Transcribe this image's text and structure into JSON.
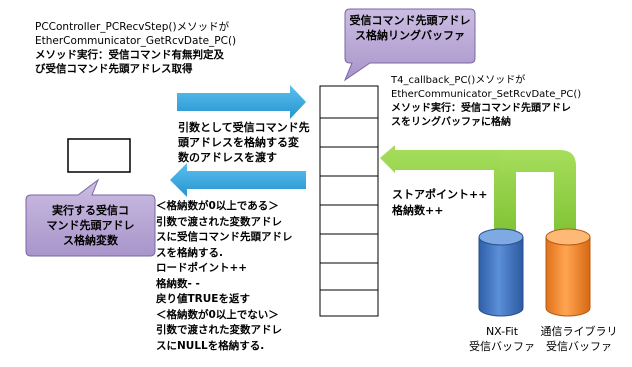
{
  "top_left_text": [
    "PCController_PCRecvStep()メソッドが",
    "EtherCommunicator_GetRcvDate_PC()",
    "メソッド実行：受信コマンド有無判定及",
    "び受信コマンド先頭アドレス取得"
  ],
  "middle_text": [
    "引数として受信コマンド先",
    "頭アドレスを格納する変",
    "数のアドレスを渡す"
  ],
  "bottom_text": [
    "＜格納数が0以上である＞",
    "引数で渡された変数アドレ",
    "スに受信コマンド先頭アドレ",
    "スを格納する.",
    "ロードポイント++",
    "格納数- -",
    "戻り値TRUEを返す",
    "＜格納数が0以上でない＞",
    "引数で渡された変数アドレ",
    "スにNULLを格納する."
  ],
  "right_text": [
    "T4_callback_PC()メソッドが",
    "EtherCommunicator_SetRcvDate_PC()",
    "メソッド実行：受信コマンド先頭アドレ",
    "スをリングバッファに格納"
  ],
  "store_text": [
    "ストアポイント++",
    "格納数++"
  ],
  "ring_buffer_callout": [
    "受信コマンド先頭アドレ",
    "ス格納リングバッファ"
  ],
  "variable_callout": [
    "実行する受信コ",
    "マンド先頭アドレ",
    "ス格納変数"
  ],
  "cylinders": {
    "nxfit": [
      "NX-Fit",
      "受信バッファ"
    ],
    "comm": [
      "通信ライブラリ",
      "受信バッファ"
    ]
  },
  "colors": {
    "blue_arrow": "#2da2dc",
    "green_arrow": "#8fd142",
    "callout_fill": "#b9a7d3",
    "callout_stroke": "#7a66a6",
    "cyl_blue": "#3f74c4",
    "cyl_orange": "#f58a2a"
  }
}
